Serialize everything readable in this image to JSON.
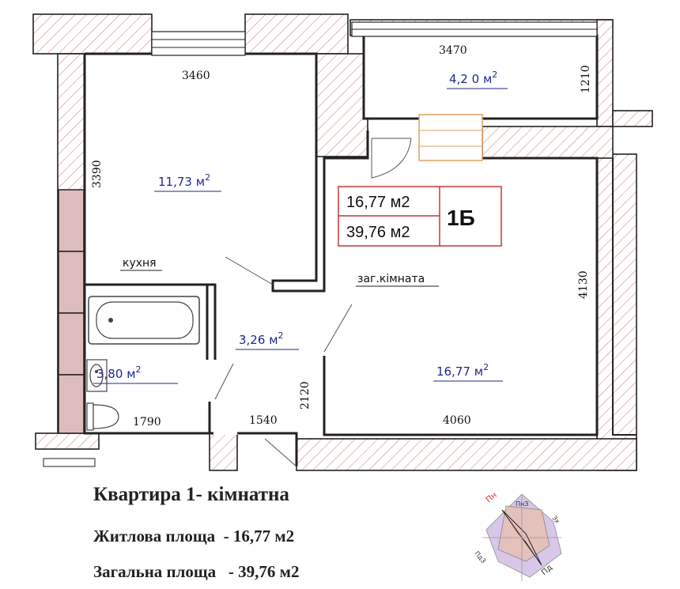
{
  "rooms": {
    "kitchen": {
      "label": "кухня",
      "area_value": "11,73",
      "area_unit": "м",
      "width": "3460",
      "depth": "3390"
    },
    "balcony": {
      "area_value": "4,2 0",
      "area_unit": "м",
      "width": "3470",
      "depth": "1210"
    },
    "living": {
      "label": "заг.кімната",
      "area_value": "16,77",
      "area_unit": "м",
      "width": "4060",
      "depth": "4130"
    },
    "hall": {
      "area_value": "3,26",
      "area_unit": "м",
      "width": "1540",
      "depth": "2120"
    },
    "bathroom": {
      "area_value": "3,80",
      "area_unit": "м",
      "width": "1790"
    }
  },
  "superscript": "2",
  "summary_box": {
    "living_area": "16,77 м2",
    "total_area": "39,76 м2",
    "code": "1Б"
  },
  "caption": {
    "title": "Квартира 1- кімнатна",
    "living_label": "Житлова площа",
    "living_value": "16,77 м2",
    "total_label": "Загальна площа",
    "total_value": "39,76 м2"
  },
  "compass": {
    "labels": [
      "Пн",
      "ПнЗ",
      "Зх",
      "ПдЗ",
      "Пд"
    ]
  },
  "colors": {
    "hatch": "#d98b8b",
    "area_text": "#1d2a8c",
    "box_border": "#c0393b",
    "shaft": "#dcbcbc",
    "compass_red": "#d62828"
  }
}
